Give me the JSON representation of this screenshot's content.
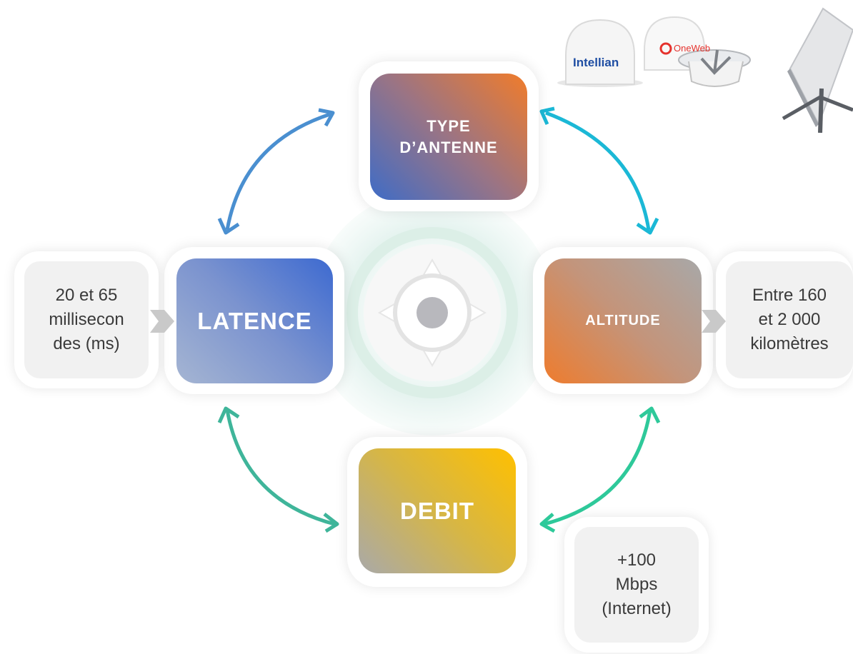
{
  "nodes": {
    "type_antenne": "TYPE\nD’ANTENNE",
    "latence": "LATENCE",
    "altitude": "ALTITUDE",
    "debit": "DEBIT"
  },
  "info": {
    "latence": "20 et 65\nmillisecon\ndes (ms)",
    "altitude": "Entre 160\net 2 000\nkilomètres",
    "debit": "+100\nMbps\n(Internet)"
  },
  "products": {
    "brand_1": "Intellian",
    "brand_2": "OneWeb"
  },
  "colors": {
    "type_antenne": [
      "#3f6cc6",
      "#f17c2a"
    ],
    "latence": [
      "#94a6cc",
      "#3d6ad0"
    ],
    "altitude": [
      "#ee7c2e",
      "#a8a8a8"
    ],
    "debit": [
      "#a9a9a9",
      "#ffc000"
    ],
    "arrow_blue": "#4a8fd0",
    "arrow_cyan": "#1bb8d6",
    "arrow_teal": "#3fb59a",
    "arrow_green": "#2ec99a"
  }
}
